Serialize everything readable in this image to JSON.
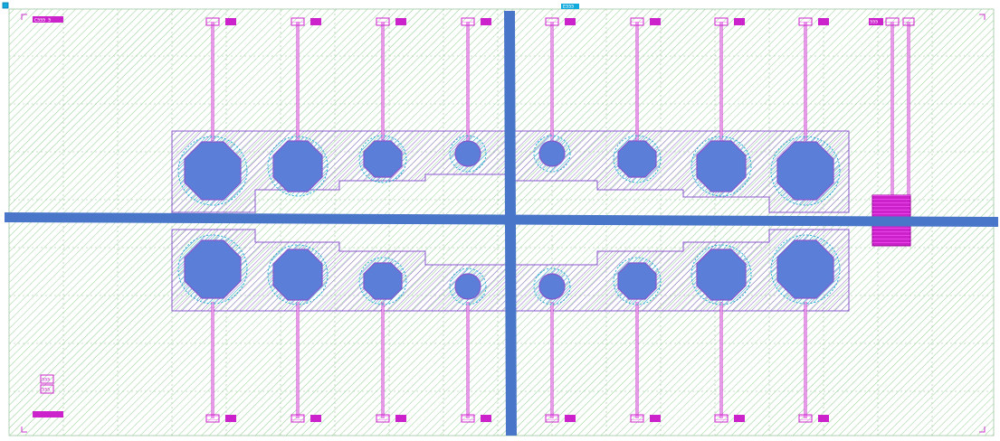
{
  "top_marker_label": "ЕЭЭЭ",
  "top_left_label": "СЭЭЭ_Э",
  "right_pad_label": "ЭЭЭ",
  "bottom_left_label_1": "ЭЭЭ",
  "bottom_left_label_2": "ЭЭЭ",
  "pad_label": "Э",
  "colors": {
    "background": "#ffffff",
    "grid": "#9ec79e",
    "hatch_green": "#8fd08f",
    "hatch_purple": "#8855cc",
    "via_fill": "#5b7fd8",
    "via_ring": "#27b3d0",
    "trace": "#cc33cc",
    "bar": "#4a76c9",
    "pad_magenta": "#cc22cc",
    "marker": "#11aadd"
  },
  "layout": {
    "top_row_via_count": 8,
    "bottom_row_via_count": 8,
    "horizontal_bars": 1,
    "vertical_bars": 1
  }
}
